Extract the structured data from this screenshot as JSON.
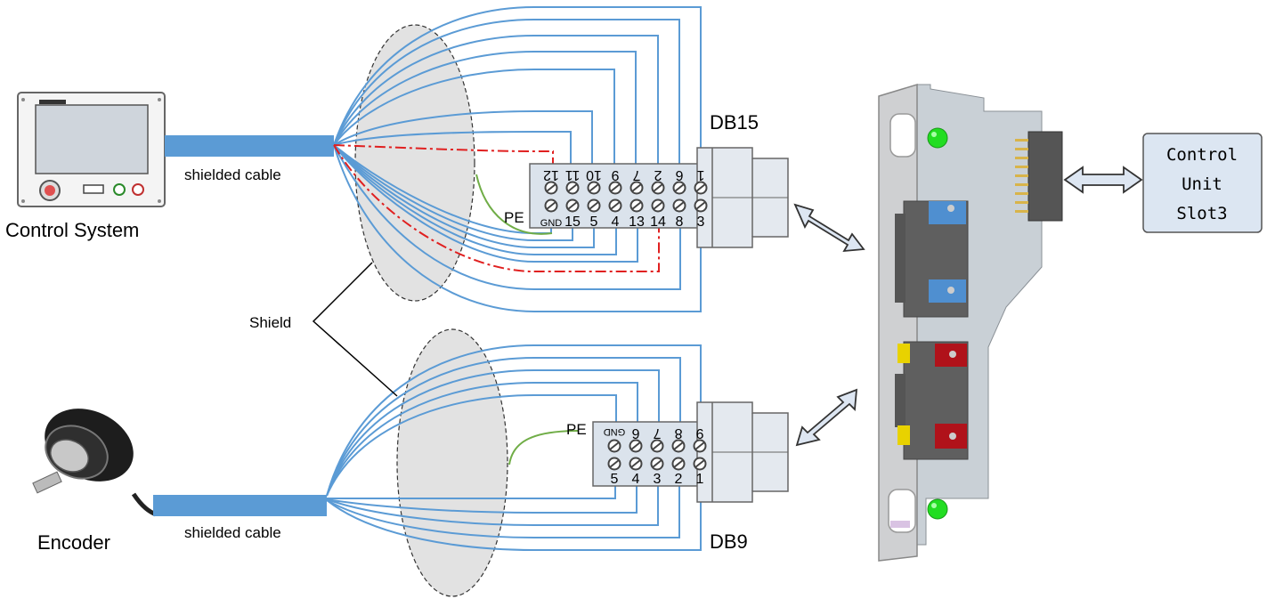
{
  "labels": {
    "control_system": "Control System",
    "encoder": "Encoder",
    "cable_top": "shielded cable",
    "cable_bottom": "shielded cable",
    "shield": "Shield",
    "db15": "DB15",
    "db9": "DB9",
    "pe_top": "PE",
    "pe_bottom": "PE"
  },
  "control_unit": {
    "line1": "Control",
    "line2": "Unit",
    "line3": "Slot3"
  },
  "db15_pins": {
    "upper": [
      "12",
      "11",
      "10",
      "9",
      "7",
      "2",
      "6",
      "1"
    ],
    "lower": [
      "GND",
      "15",
      "5",
      "4",
      "13",
      "14",
      "8",
      "3"
    ]
  },
  "db9_pins": {
    "upper": [
      "GND",
      "6",
      "7",
      "8",
      "9"
    ],
    "lower": [
      "5",
      "4",
      "3",
      "2",
      "1"
    ]
  },
  "colors": {
    "wire": "#5b9bd5",
    "wire_dashed": "#e02020",
    "pe_wire": "#70ad47",
    "shield_fill": "#e2e2e2",
    "connector": "#dbe3ec",
    "arrow": "#dde6f2",
    "control_unit_bg": "#dce6f2",
    "led": "#22dd22"
  }
}
